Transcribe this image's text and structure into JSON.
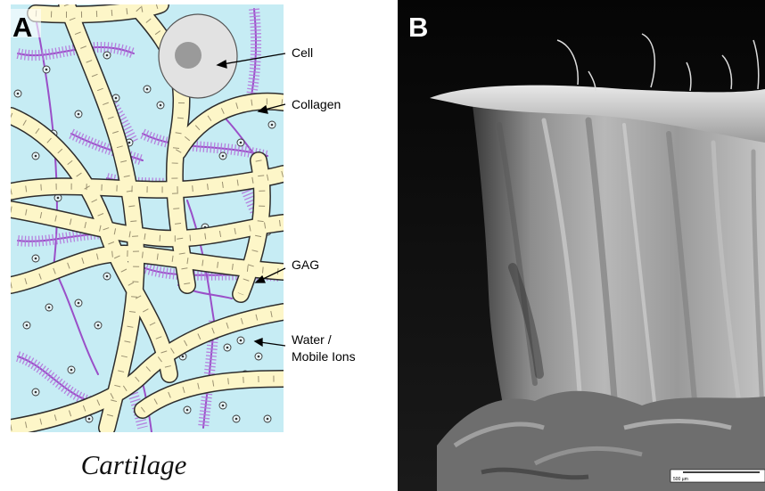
{
  "panel_a": {
    "letter": "A",
    "caption": "Cartilage",
    "labels": {
      "cell": "Cell",
      "collagen": "Collagen",
      "gag": "GAG",
      "water_line1": "Water /",
      "water_line2": "Mobile Ions"
    },
    "colors": {
      "background": "#c6ecf4",
      "collagen_fill": "#fdf6c8",
      "gag": "#9a4fc8",
      "cell_fill": "#e2e2e2",
      "nucleus": "#9a9a9a"
    }
  },
  "panel_b": {
    "letter": "B",
    "scale_bar_text": "500 µm",
    "description_hidden": ""
  }
}
